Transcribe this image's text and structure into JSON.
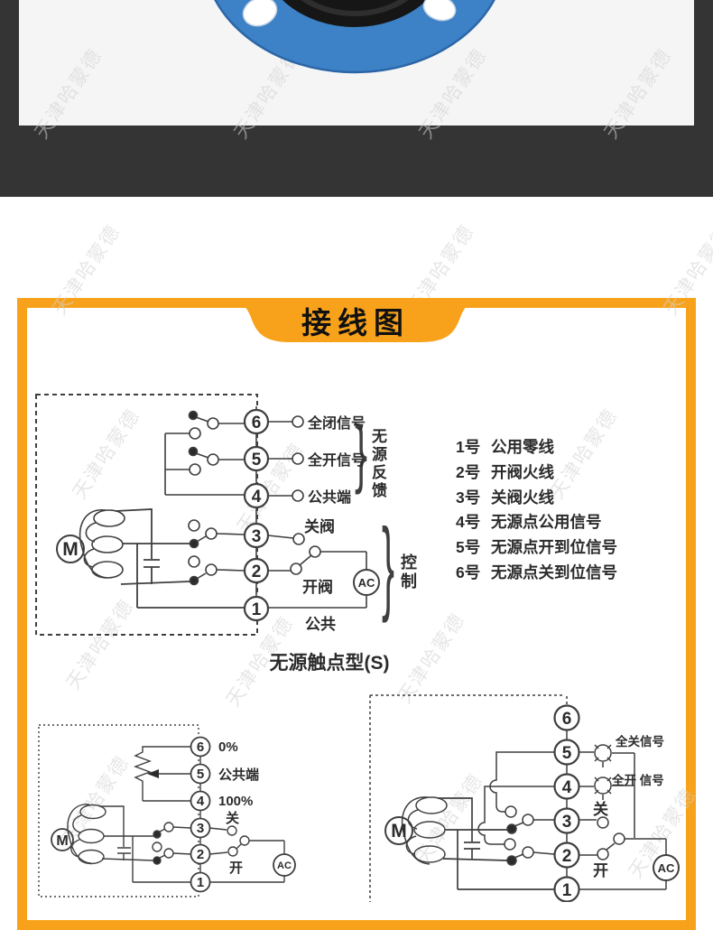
{
  "watermark_text": "天津哈蒙德",
  "panel": {
    "title": "接线图",
    "caption": "无源触点型(S)"
  },
  "top_diagram": {
    "terminals": [
      "6",
      "5",
      "4",
      "3",
      "2",
      "1"
    ],
    "motor_label": "M",
    "ac_label": "AC",
    "t6_label": "全闭信号",
    "t5_label": "全开信号",
    "t4_label": "公共端",
    "t3_label": "关阀",
    "t2_label": "开阀",
    "t1_label": "公共",
    "feedback_group_label": "无源反馈",
    "control_group_label": "控制"
  },
  "terminal_notes": [
    {
      "num": "1号",
      "text": "公用零线"
    },
    {
      "num": "2号",
      "text": "开阀火线"
    },
    {
      "num": "3号",
      "text": "关阀火线"
    },
    {
      "num": "4号",
      "text": "无源点公用信号"
    },
    {
      "num": "5号",
      "text": "无源点开到位信号"
    },
    {
      "num": "6号",
      "text": "无源点关到位信号"
    }
  ],
  "bottom_left_diagram": {
    "terminals": [
      "6",
      "5",
      "4",
      "3",
      "2",
      "1"
    ],
    "motor_label": "M",
    "ac_label": "AC",
    "t6_label": "0%",
    "t5_label": "公共端",
    "t4_label": "100%",
    "t3_label": "关",
    "t2_label": "开"
  },
  "bottom_right_diagram": {
    "terminals": [
      "6",
      "5",
      "4",
      "3",
      "2",
      "1"
    ],
    "motor_label": "M",
    "ac_label": "AC",
    "lamp_close_label": "全关信号",
    "lamp_open_label": "全开 信号",
    "t3_label": "关",
    "t2_label": "开"
  },
  "colors": {
    "accent_orange": "#F8A21B",
    "diagram_line": "#3f3f3f",
    "photo_blue": "#3D82C6",
    "band_dark": "#343434"
  }
}
